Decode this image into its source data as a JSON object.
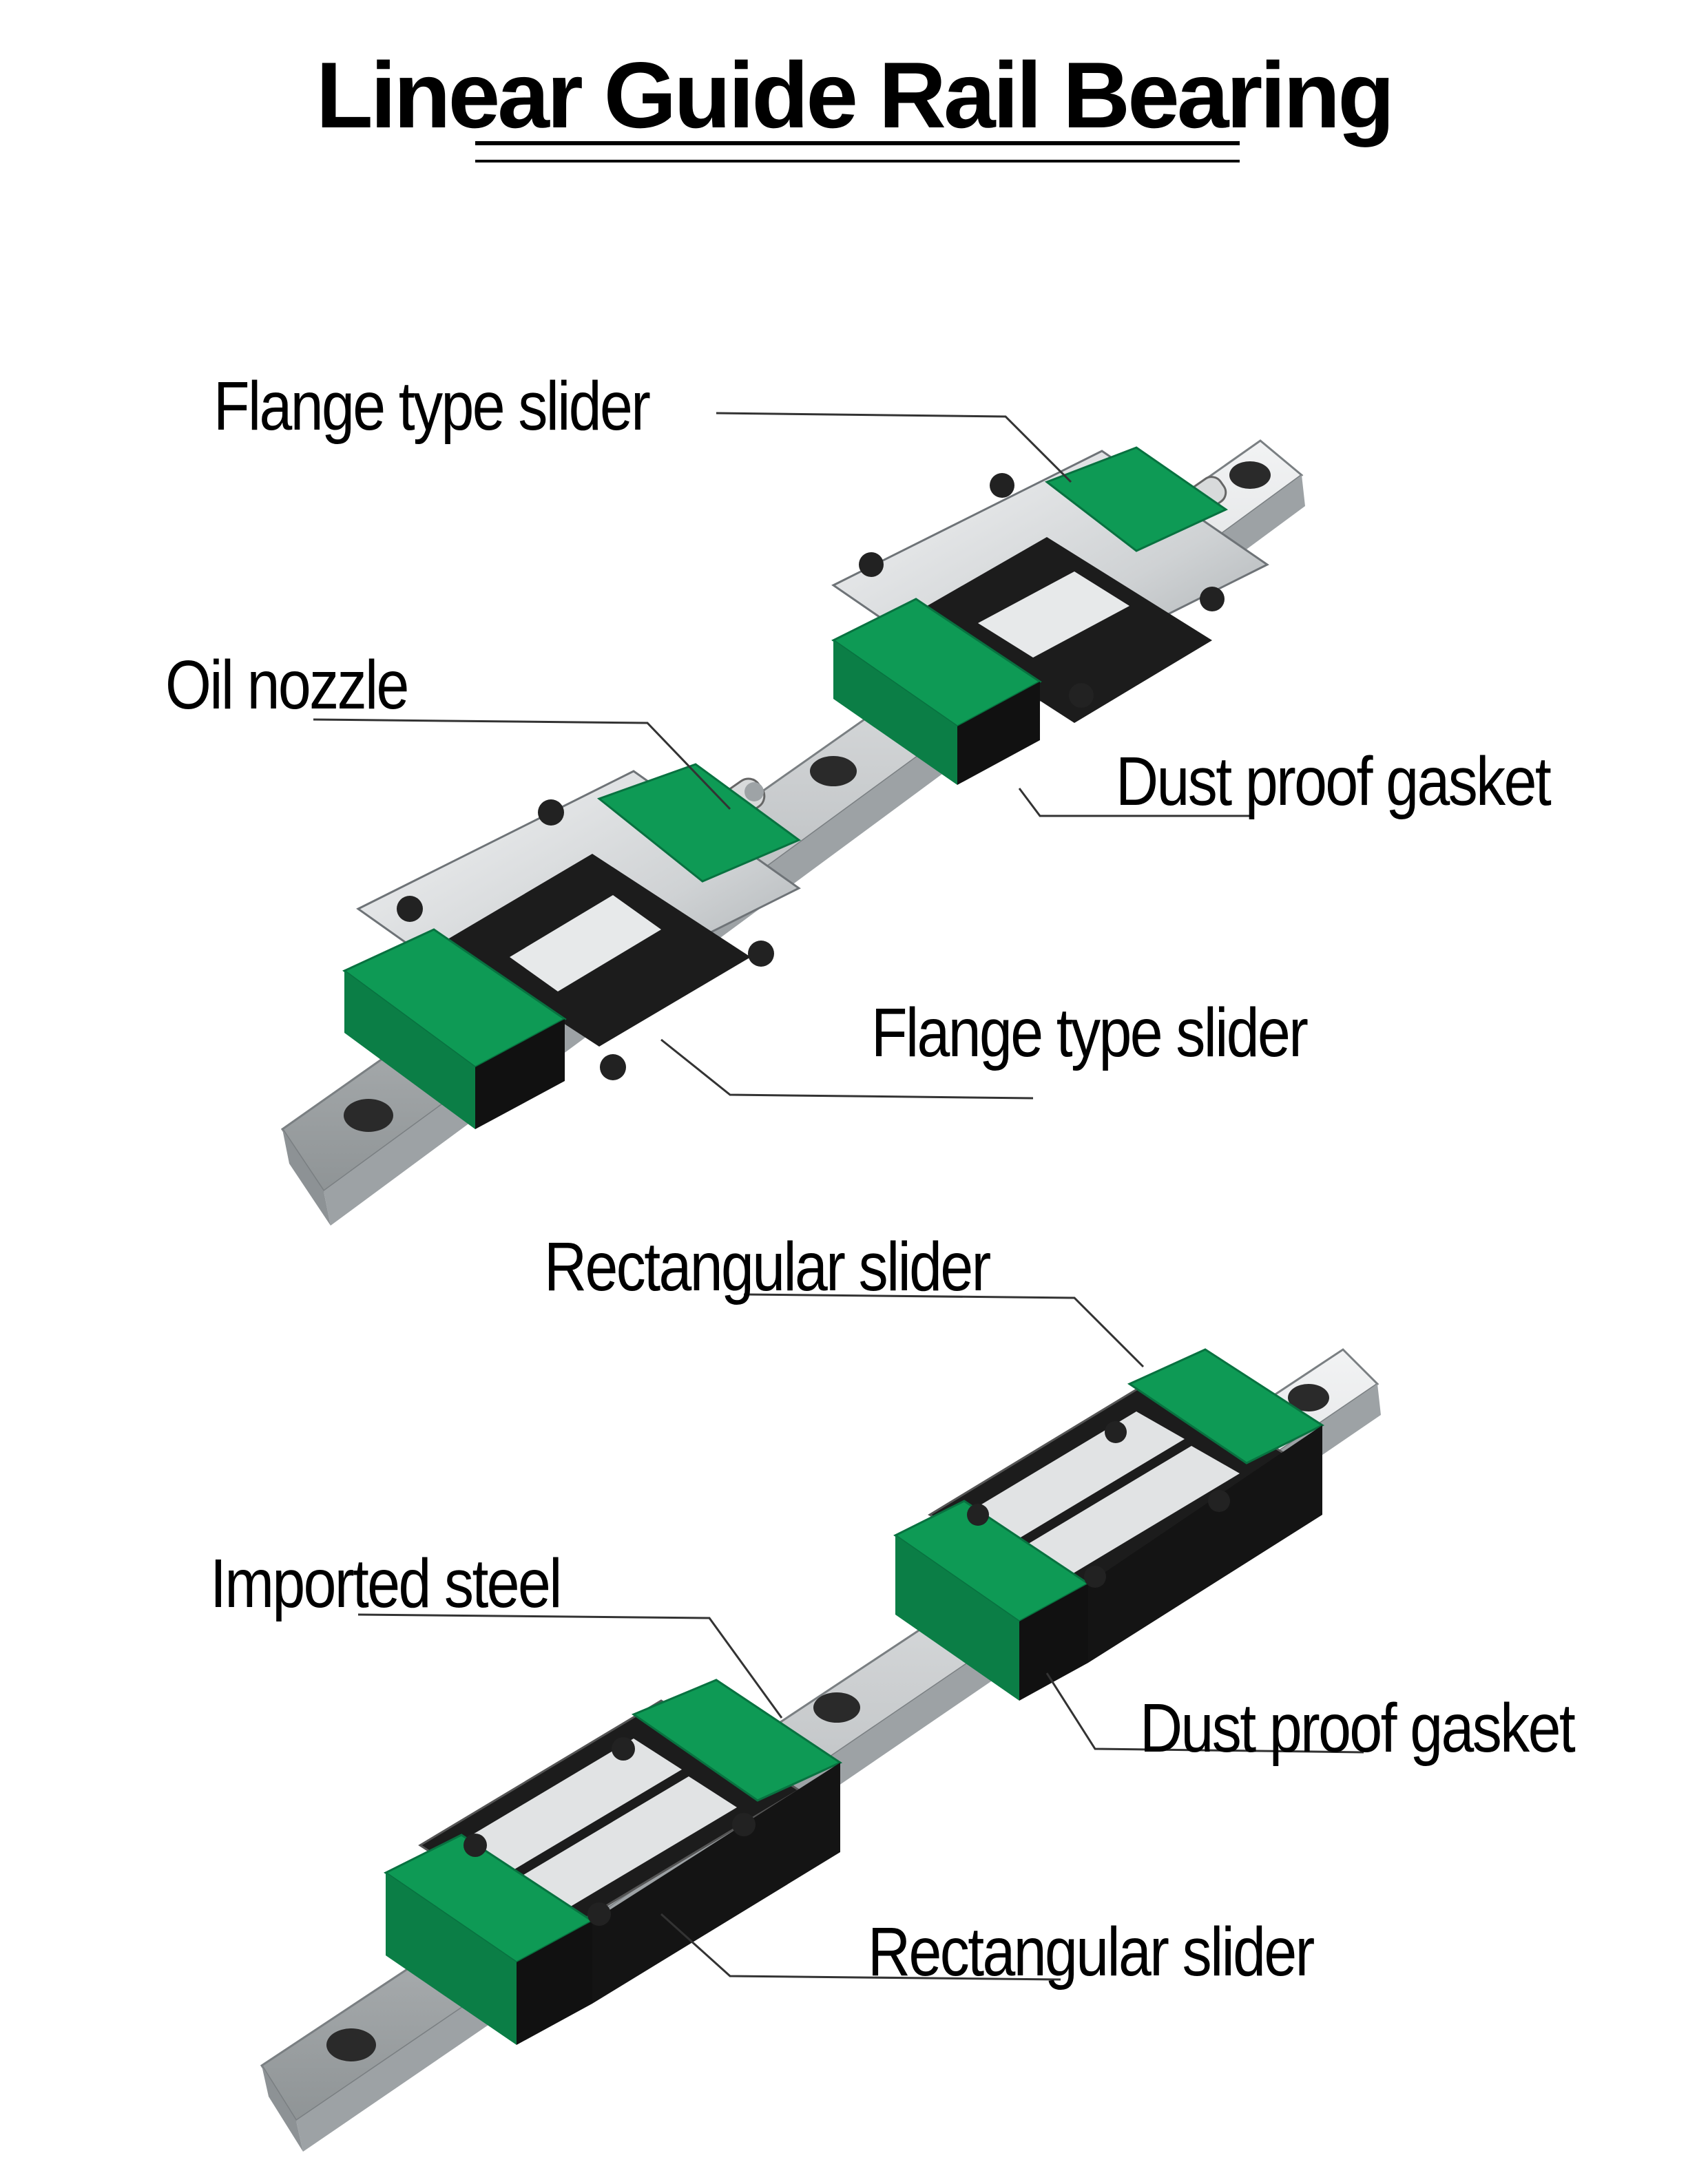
{
  "title": "Linear Guide Rail Bearing",
  "colors": {
    "background": "#ffffff",
    "slider_green": "#0e9a55",
    "slider_black": "#1a1a1a",
    "steel": "#c9ccce",
    "leader_line": "#333333"
  },
  "top_assembly": {
    "labels": {
      "flange_top": "Flange type slider",
      "oil_nozzle": "Oil nozzle",
      "dust_top": "Dust proof gasket",
      "flange_bottom": "Flange type slider"
    }
  },
  "bottom_assembly": {
    "labels": {
      "rect_top": "Rectangular slider",
      "imported_steel": "Imported steel",
      "dust_bottom": "Dust proof gasket",
      "rect_bottom": "Rectangular slider"
    }
  }
}
